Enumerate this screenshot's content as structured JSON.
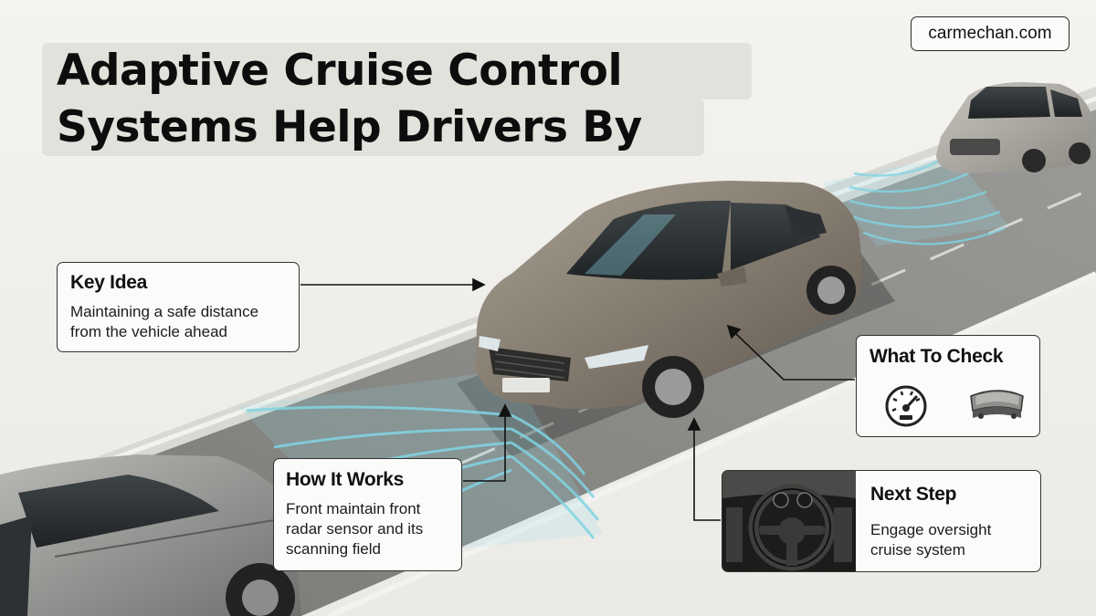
{
  "title": {
    "line1": "Adaptive Cruise Control",
    "line2": "Systems Help Drivers By"
  },
  "brand": "carmechan.com",
  "cards": {
    "key_idea": {
      "heading": "Key Idea",
      "line1": "Maintaining a safe distance",
      "line2": "from the vehicle ahead"
    },
    "how_it_works": {
      "heading": "How It Works",
      "line1": "Front maintain front",
      "line2": "radar sensor and its",
      "line3": "scanning field"
    },
    "what_to_check": {
      "heading": "What To Check",
      "icons": [
        "speedometer-icon",
        "brake-pad-icon"
      ]
    },
    "next_step": {
      "heading": "Next Step",
      "line1": "Engage oversight",
      "line2": "cruise system"
    }
  },
  "colors": {
    "radar": "#7ed3e3",
    "car_body": "#8a8276",
    "road": "#6e6e6c",
    "lane_marking": "#f2f2ee"
  }
}
